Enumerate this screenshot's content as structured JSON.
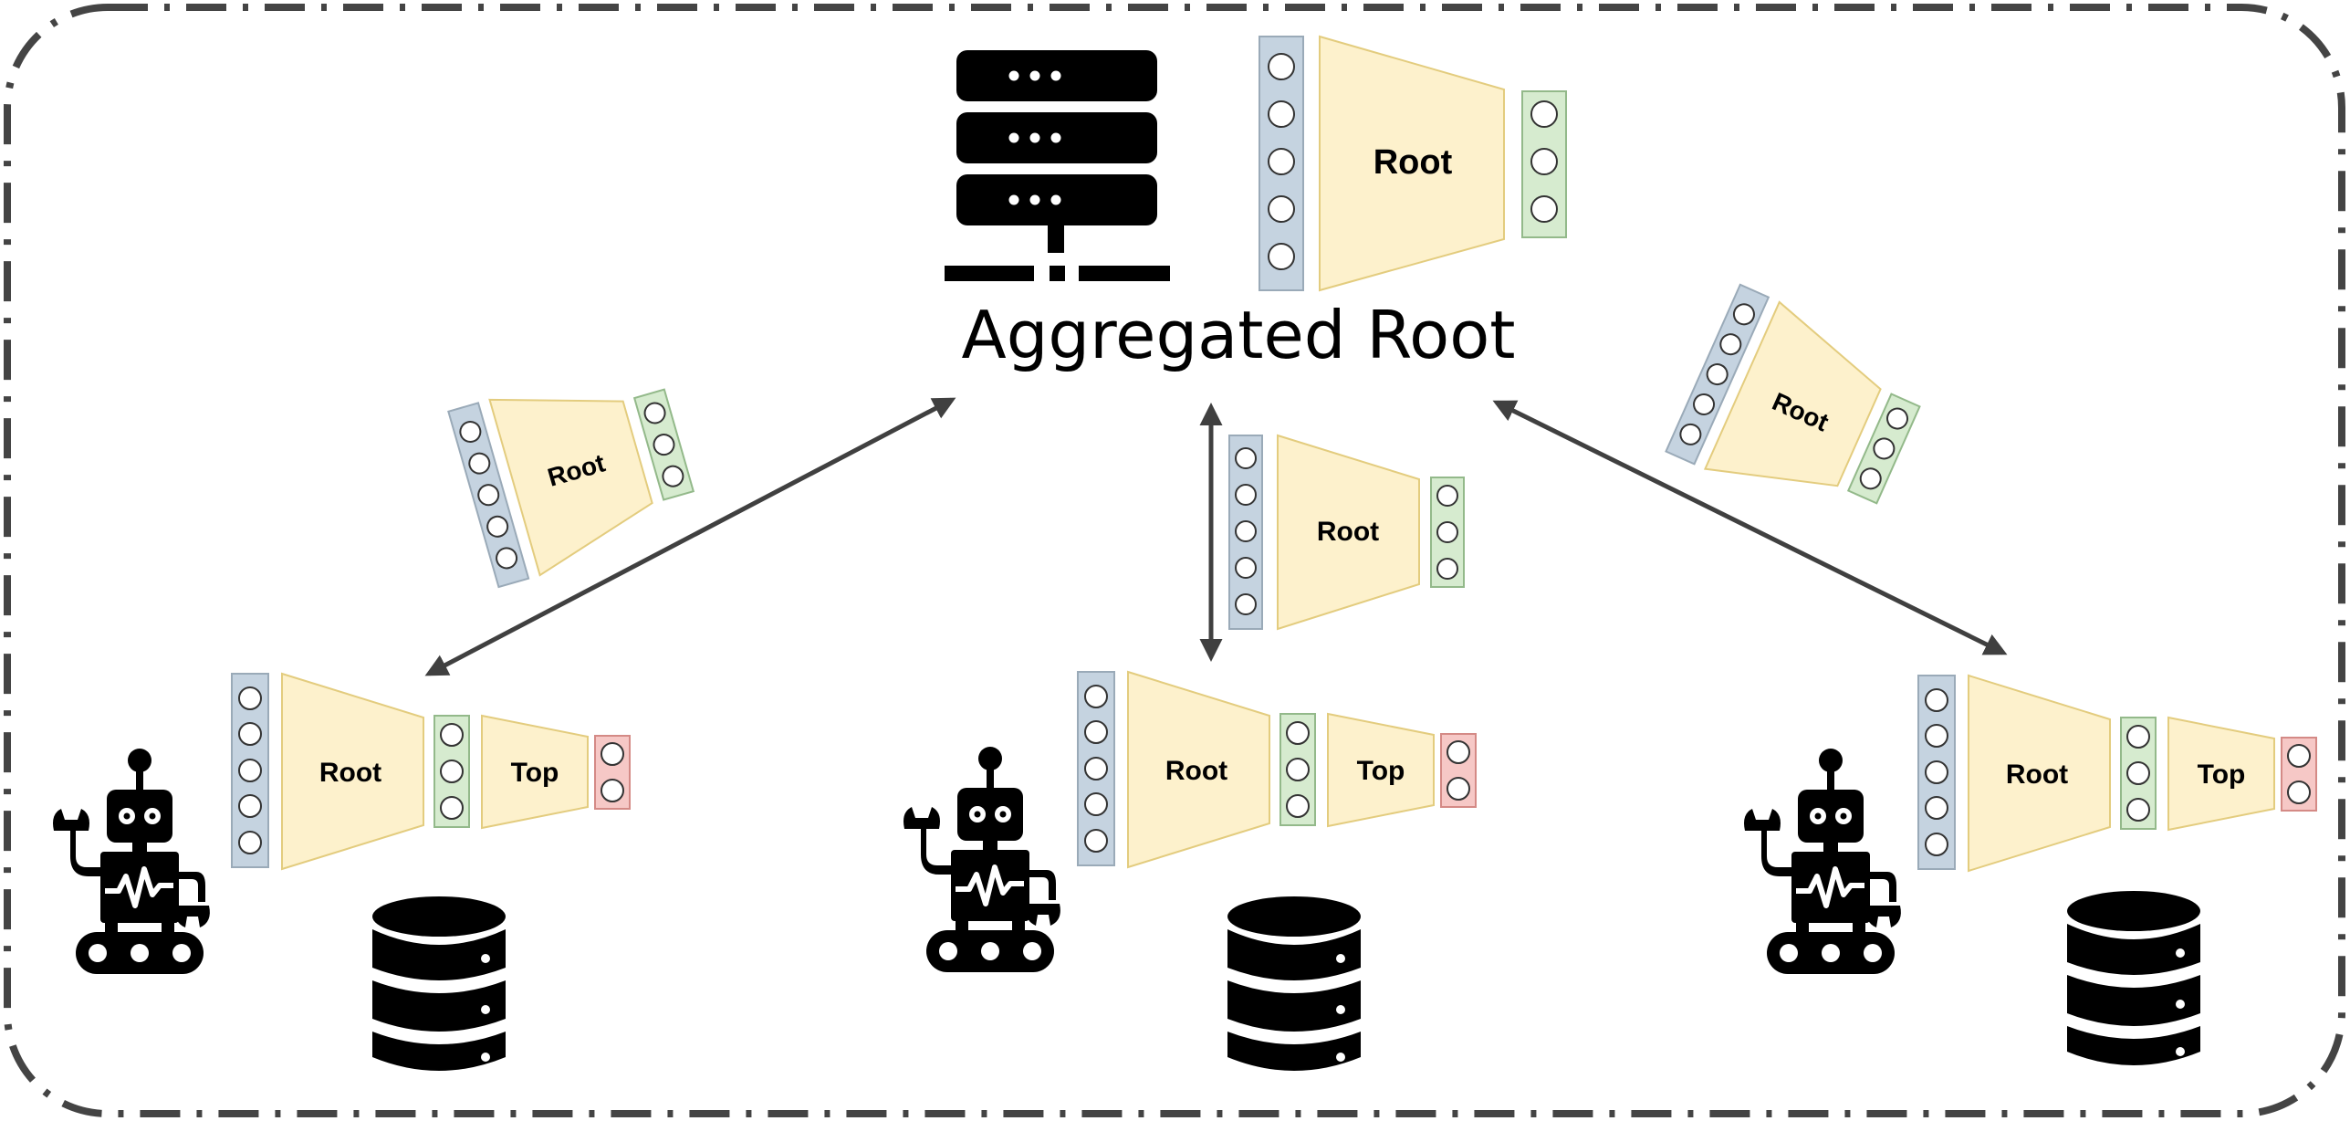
{
  "server": {
    "title": "Aggregated Root",
    "model": {
      "root_label": "Root",
      "input_units": 5,
      "output_units": 3
    }
  },
  "exchanged_models": [
    {
      "root_label": "Root",
      "input_units": 5,
      "output_units": 3
    },
    {
      "root_label": "Root",
      "input_units": 5,
      "output_units": 3
    },
    {
      "root_label": "Root",
      "input_units": 5,
      "output_units": 3
    }
  ],
  "clients": [
    {
      "root_label": "Root",
      "top_label": "Top",
      "input_units": 5,
      "mid_units": 3,
      "output_units": 2
    },
    {
      "root_label": "Root",
      "top_label": "Top",
      "input_units": 5,
      "mid_units": 3,
      "output_units": 2
    },
    {
      "root_label": "Root",
      "top_label": "Top",
      "input_units": 5,
      "mid_units": 3,
      "output_units": 2
    }
  ],
  "colors": {
    "input_layer": "#c5d3e0",
    "input_stroke": "#9aaab8",
    "root_block": "#fdf1cc",
    "root_stroke": "#e3cc7e",
    "mid_layer": "#d6ebcf",
    "mid_stroke": "#93b98a",
    "output_layer": "#f6c8c6",
    "output_stroke": "#d48a86",
    "icon": "#000000",
    "arrow": "#404040",
    "border": "#444444"
  }
}
